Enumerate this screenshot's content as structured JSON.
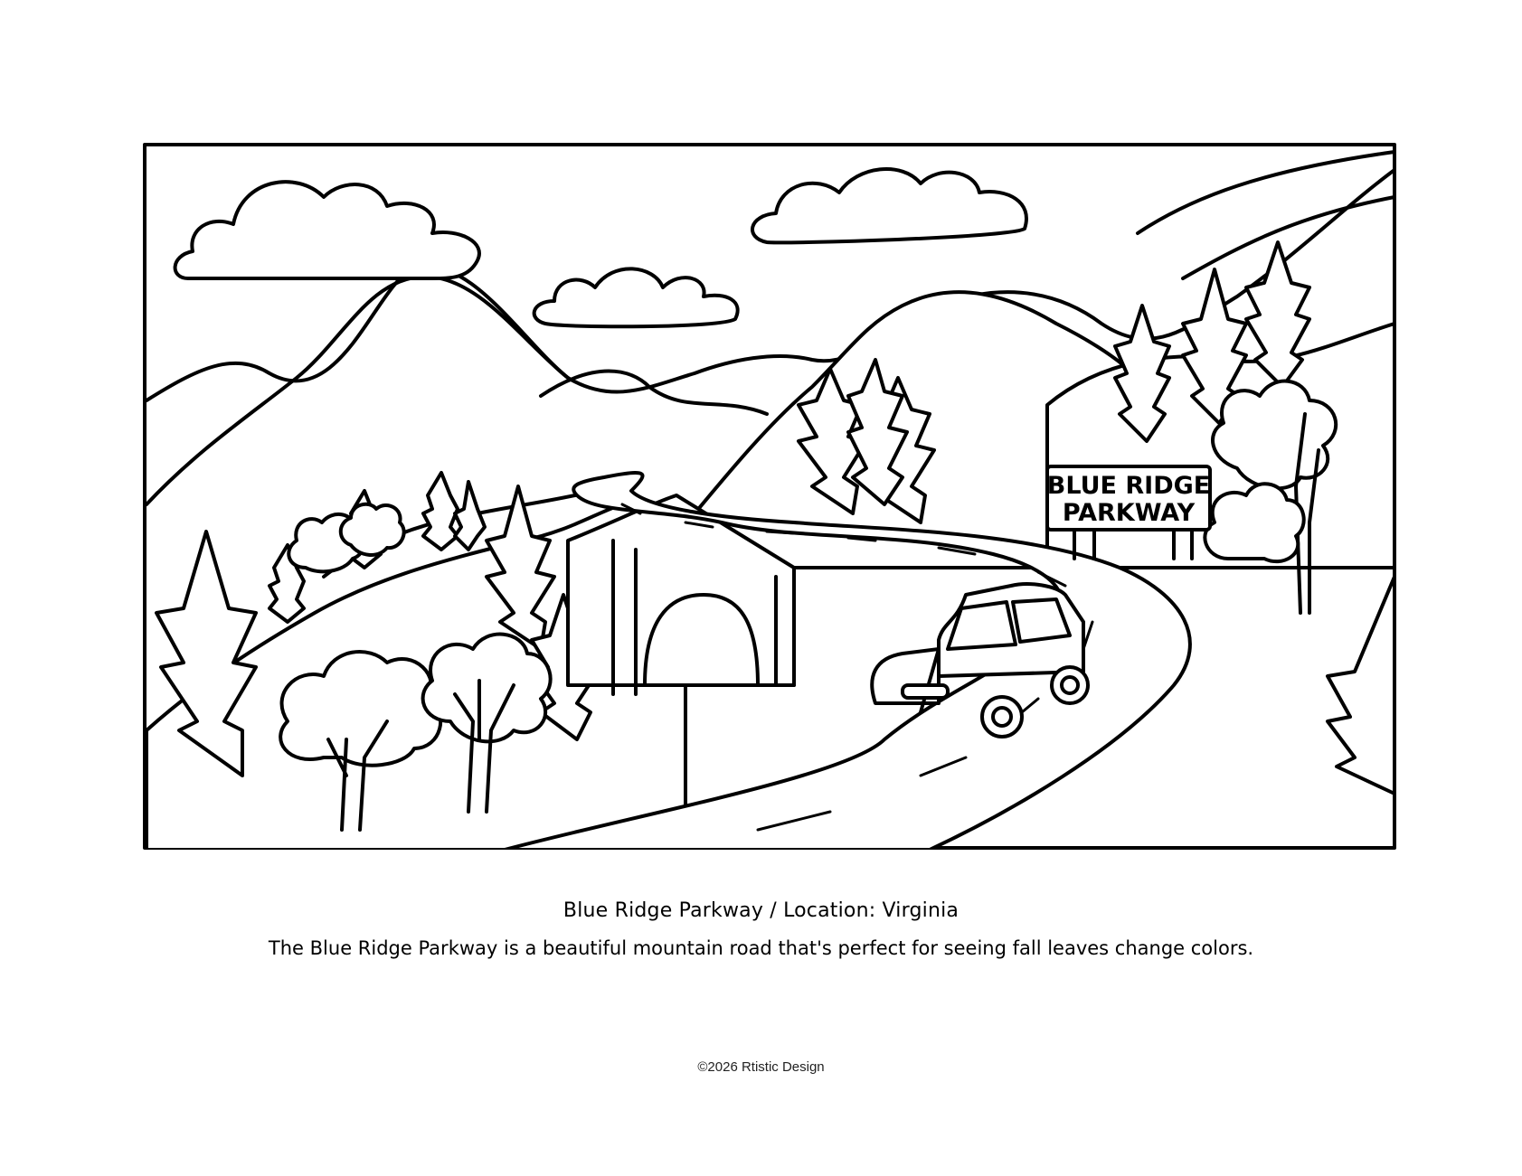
{
  "illustration": {
    "sign_line1": "BLUE RIDGE",
    "sign_line2": "PARKWAY"
  },
  "caption": {
    "title": "Blue Ridge Parkway / Location: Virginia",
    "description": "The Blue Ridge Parkway is a beautiful mountain road that's perfect for seeing fall leaves change colors."
  },
  "footer": {
    "copyright": "©2026 Rtistic Design"
  }
}
